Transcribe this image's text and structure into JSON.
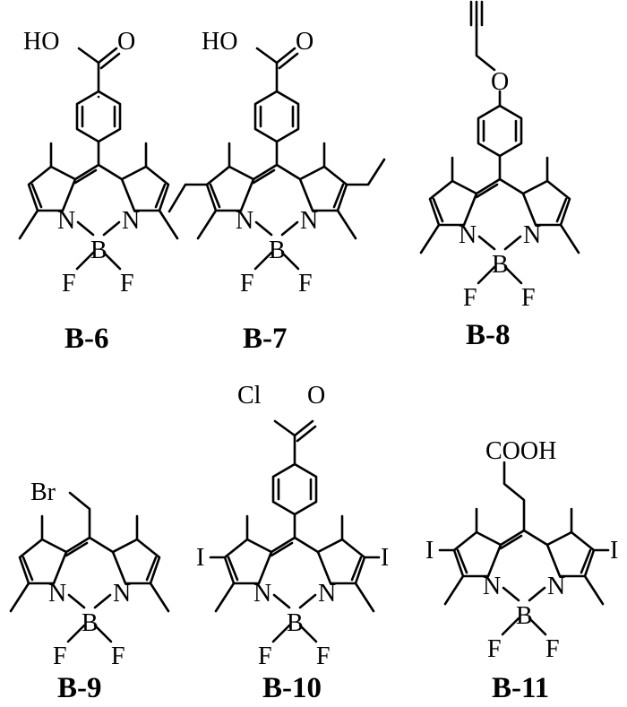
{
  "molecules": [
    {
      "id": "B-6",
      "label": "B-6",
      "alkyl": "",
      "meso": "phenyl",
      "sub": "HO",
      "subText2": "O",
      "ortho": "",
      "sub_cooh": ""
    },
    {
      "id": "B-7",
      "label": "B-7",
      "alkyl": "ethyl",
      "meso": "phenyl",
      "sub": "HO",
      "subText2": "O"
    },
    {
      "id": "B-8",
      "label": "B-8",
      "alkyl": "",
      "meso": "phenyl-propargyl-ether",
      "o_atom": "O"
    },
    {
      "id": "B-9",
      "label": "B-9",
      "meso": "bromomethyl",
      "br": "Br"
    },
    {
      "id": "B-10",
      "label": "B-10",
      "meso": "phenyl-acyl-chloride",
      "cl": "Cl",
      "o": "O",
      "iodo": "I"
    },
    {
      "id": "B-11",
      "label": "B-11",
      "meso": "propanoic-acid",
      "cooh": "COOH",
      "iodo": "I"
    }
  ],
  "atoms": {
    "N": "N",
    "B": "B",
    "F": "F"
  }
}
